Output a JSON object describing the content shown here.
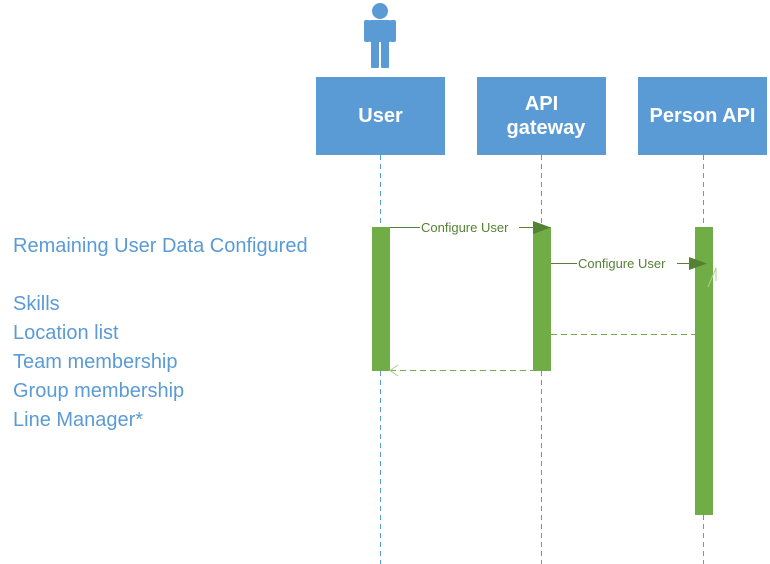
{
  "participants": [
    {
      "id": "user",
      "label": "User"
    },
    {
      "id": "gateway",
      "label": "API gateway"
    },
    {
      "id": "person",
      "label": "Person API"
    }
  ],
  "notes": {
    "heading": "Remaining User Data Configured",
    "items": [
      "Skills",
      "Location list",
      "Team membership",
      "Group membership",
      "Line Manager*"
    ]
  },
  "messages": [
    {
      "from": "user",
      "to": "gateway",
      "label": "Configure User",
      "kind": "call"
    },
    {
      "from": "gateway",
      "to": "person",
      "label": "Configure User",
      "kind": "call"
    },
    {
      "from": "person",
      "to": "gateway",
      "label": "",
      "kind": "return"
    },
    {
      "from": "gateway",
      "to": "user",
      "label": "",
      "kind": "return"
    }
  ],
  "colors": {
    "box": "#5b9bd5",
    "activation": "#70ad47",
    "message": "#548235",
    "return": "#70ad47",
    "lifeline": "#5b9bd5",
    "text": "#5b9bd5"
  },
  "icons": {
    "actor": "person-icon"
  }
}
